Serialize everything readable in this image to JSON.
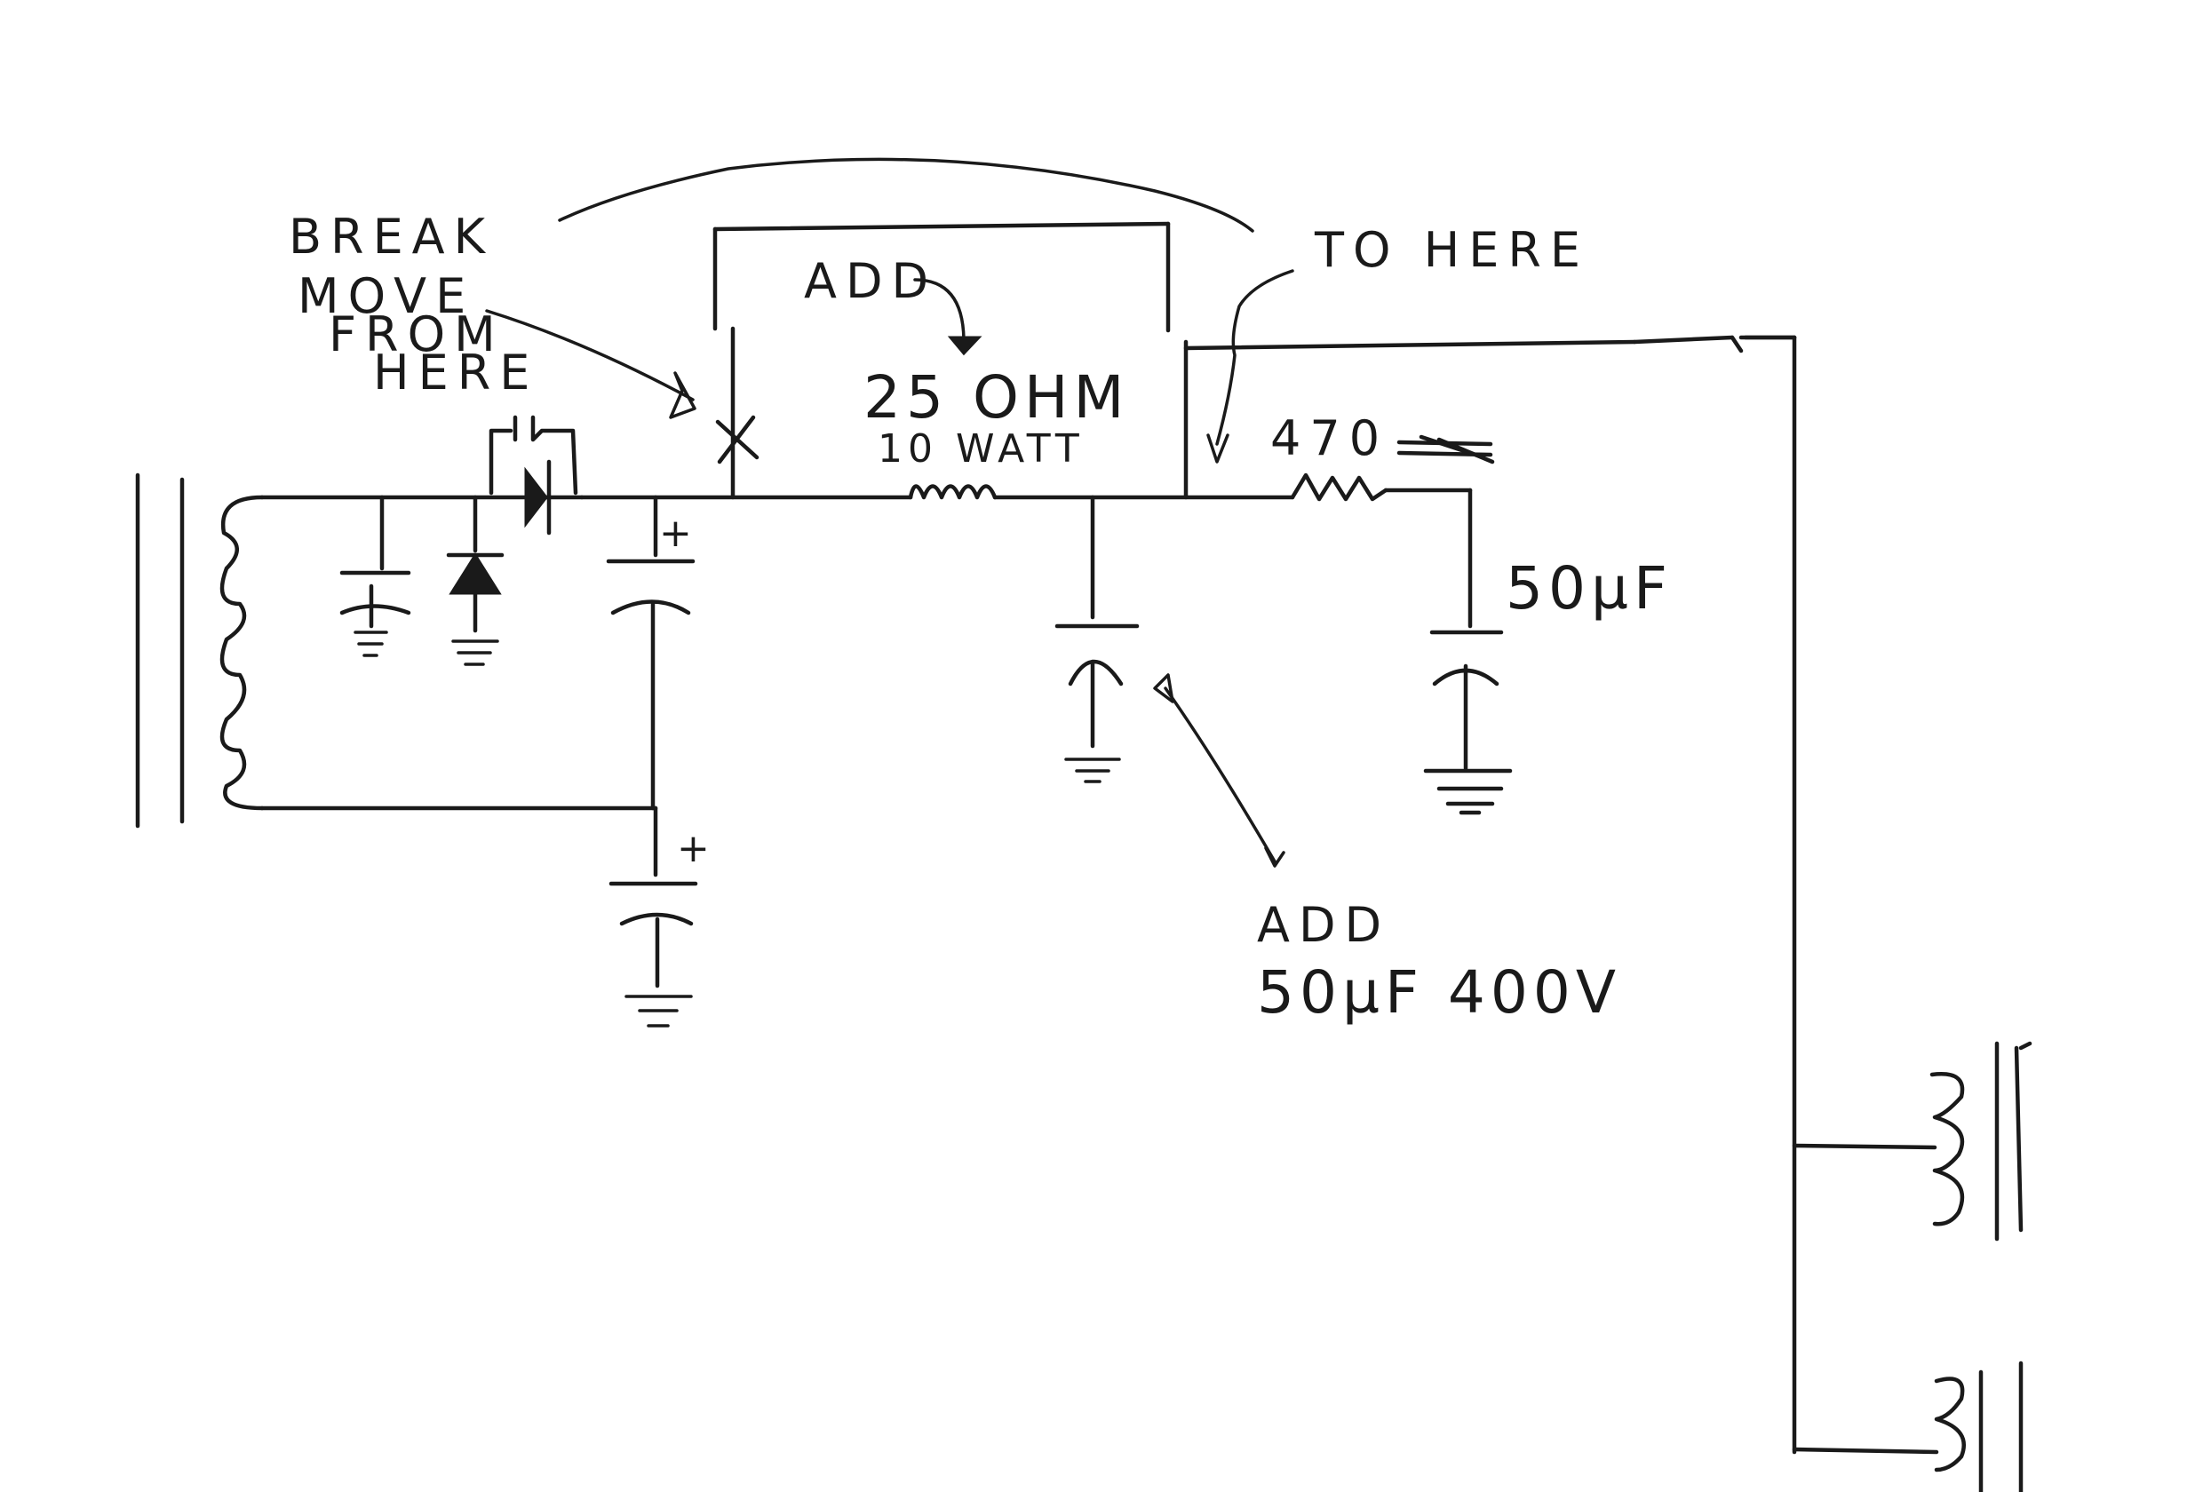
{
  "annotations": {
    "break_label": "BREAK",
    "move_from_line1": "MOVE",
    "move_from_line2": "FROM",
    "move_from_line3": "HERE",
    "to_here": "TO HERE",
    "add_top": "ADD",
    "resistor_value": "25 OHM",
    "resistor_wattage": "10 WATT",
    "resistor_470": "470",
    "cap_50uf": "50µF",
    "add_bottom": "ADD",
    "add_bottom_value": "50µF 400V",
    "plus_1": "+",
    "plus_2": "+"
  }
}
